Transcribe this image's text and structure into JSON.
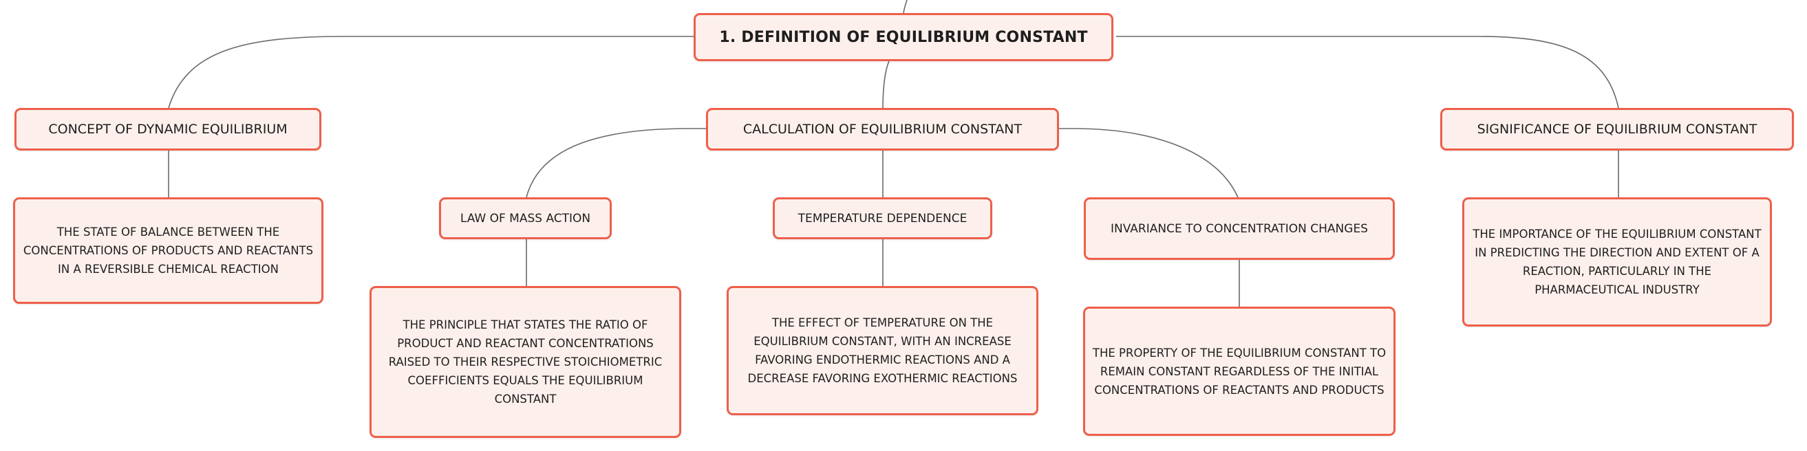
{
  "colors": {
    "node_border": "#ee5f4a",
    "node_fill": "#fdf0ec",
    "connector": "#6a6a6a",
    "text": "#1e1e1e"
  },
  "mindmap": {
    "root": {
      "label": "1. DEFINITION OF EQUILIBRIUM CONSTANT"
    },
    "branches": {
      "dynamic_equilibrium": {
        "label": "CONCEPT OF DYNAMIC EQUILIBRIUM",
        "description": "THE STATE OF BALANCE BETWEEN THE CONCENTRATIONS OF PRODUCTS AND REACTANTS IN A REVERSIBLE CHEMICAL REACTION"
      },
      "calculation": {
        "label": "CALCULATION OF EQUILIBRIUM CONSTANT",
        "children": {
          "mass_action": {
            "label": "LAW OF MASS ACTION",
            "description": "THE PRINCIPLE THAT STATES THE RATIO OF PRODUCT AND REACTANT CONCENTRATIONS RAISED TO THEIR RESPECTIVE STOICHIOMETRIC COEFFICIENTS EQUALS THE EQUILIBRIUM CONSTANT"
          },
          "temperature": {
            "label": "TEMPERATURE DEPENDENCE",
            "description": "THE EFFECT OF TEMPERATURE ON THE EQUILIBRIUM CONSTANT, WITH AN INCREASE FAVORING ENDOTHERMIC REACTIONS AND A DECREASE FAVORING EXOTHERMIC REACTIONS"
          },
          "invariance": {
            "label": "INVARIANCE TO CONCENTRATION CHANGES",
            "description": "THE PROPERTY OF THE EQUILIBRIUM CONSTANT TO REMAIN CONSTANT REGARDLESS OF THE INITIAL CONCENTRATIONS OF REACTANTS AND PRODUCTS"
          }
        }
      },
      "significance": {
        "label": "SIGNIFICANCE OF EQUILIBRIUM CONSTANT",
        "description": "THE IMPORTANCE OF THE EQUILIBRIUM CONSTANT IN PREDICTING THE DIRECTION AND EXTENT OF A REACTION, PARTICULARLY IN THE PHARMACEUTICAL INDUSTRY"
      }
    }
  }
}
